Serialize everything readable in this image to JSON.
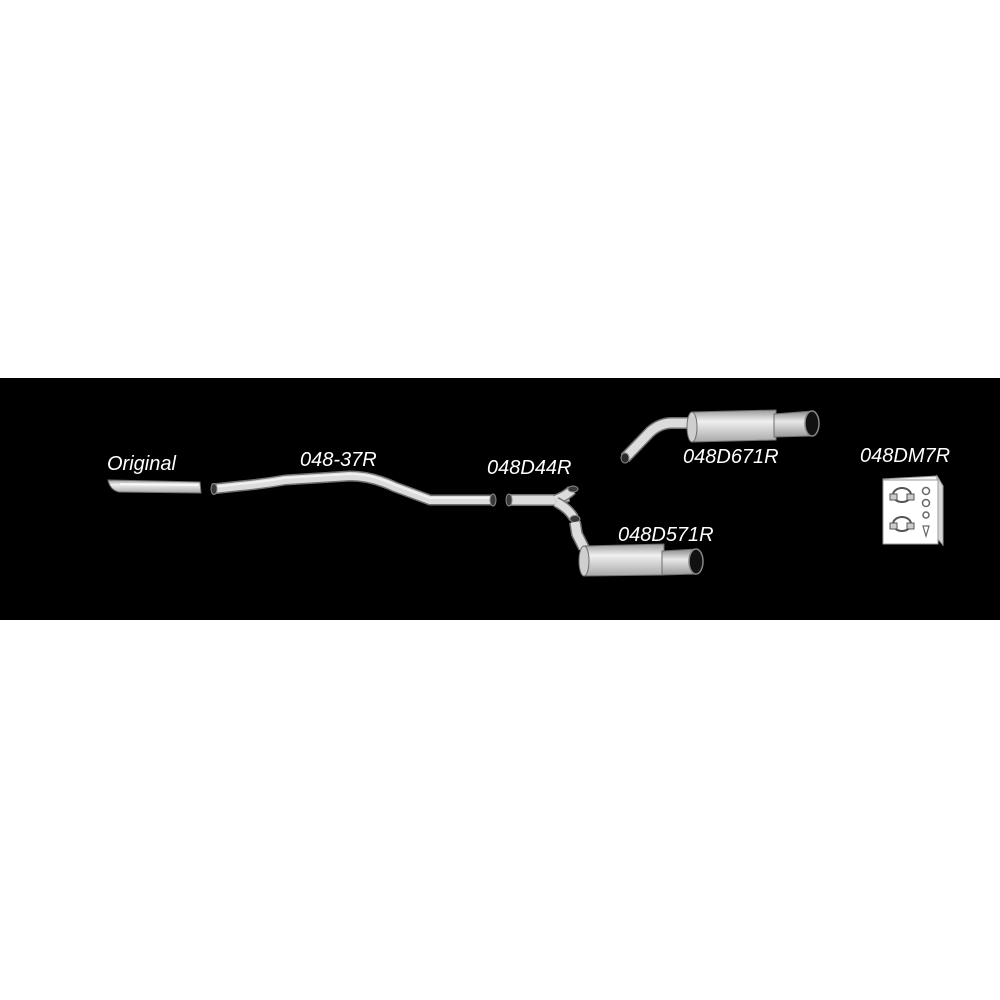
{
  "labels": {
    "original": "Original",
    "mid_pipe": "048-37R",
    "y_pipe": "048D44R",
    "upper_silencer": "048D671R",
    "lower_silencer": "048D571R",
    "mounting_kit": "048DM7R"
  },
  "colors": {
    "background": "#000000",
    "page": "#ffffff",
    "pipe_fill": "#d6d6d6",
    "pipe_outline": "#6e6e6e",
    "text": "#ffffff"
  },
  "icons": {
    "original": "pipe-stub-icon",
    "mid_pipe": "bent-pipe-icon",
    "y_pipe": "y-pipe-icon",
    "upper_silencer": "silencer-icon",
    "lower_silencer": "silencer-icon",
    "mounting_kit": "clamp-kit-box-icon"
  }
}
